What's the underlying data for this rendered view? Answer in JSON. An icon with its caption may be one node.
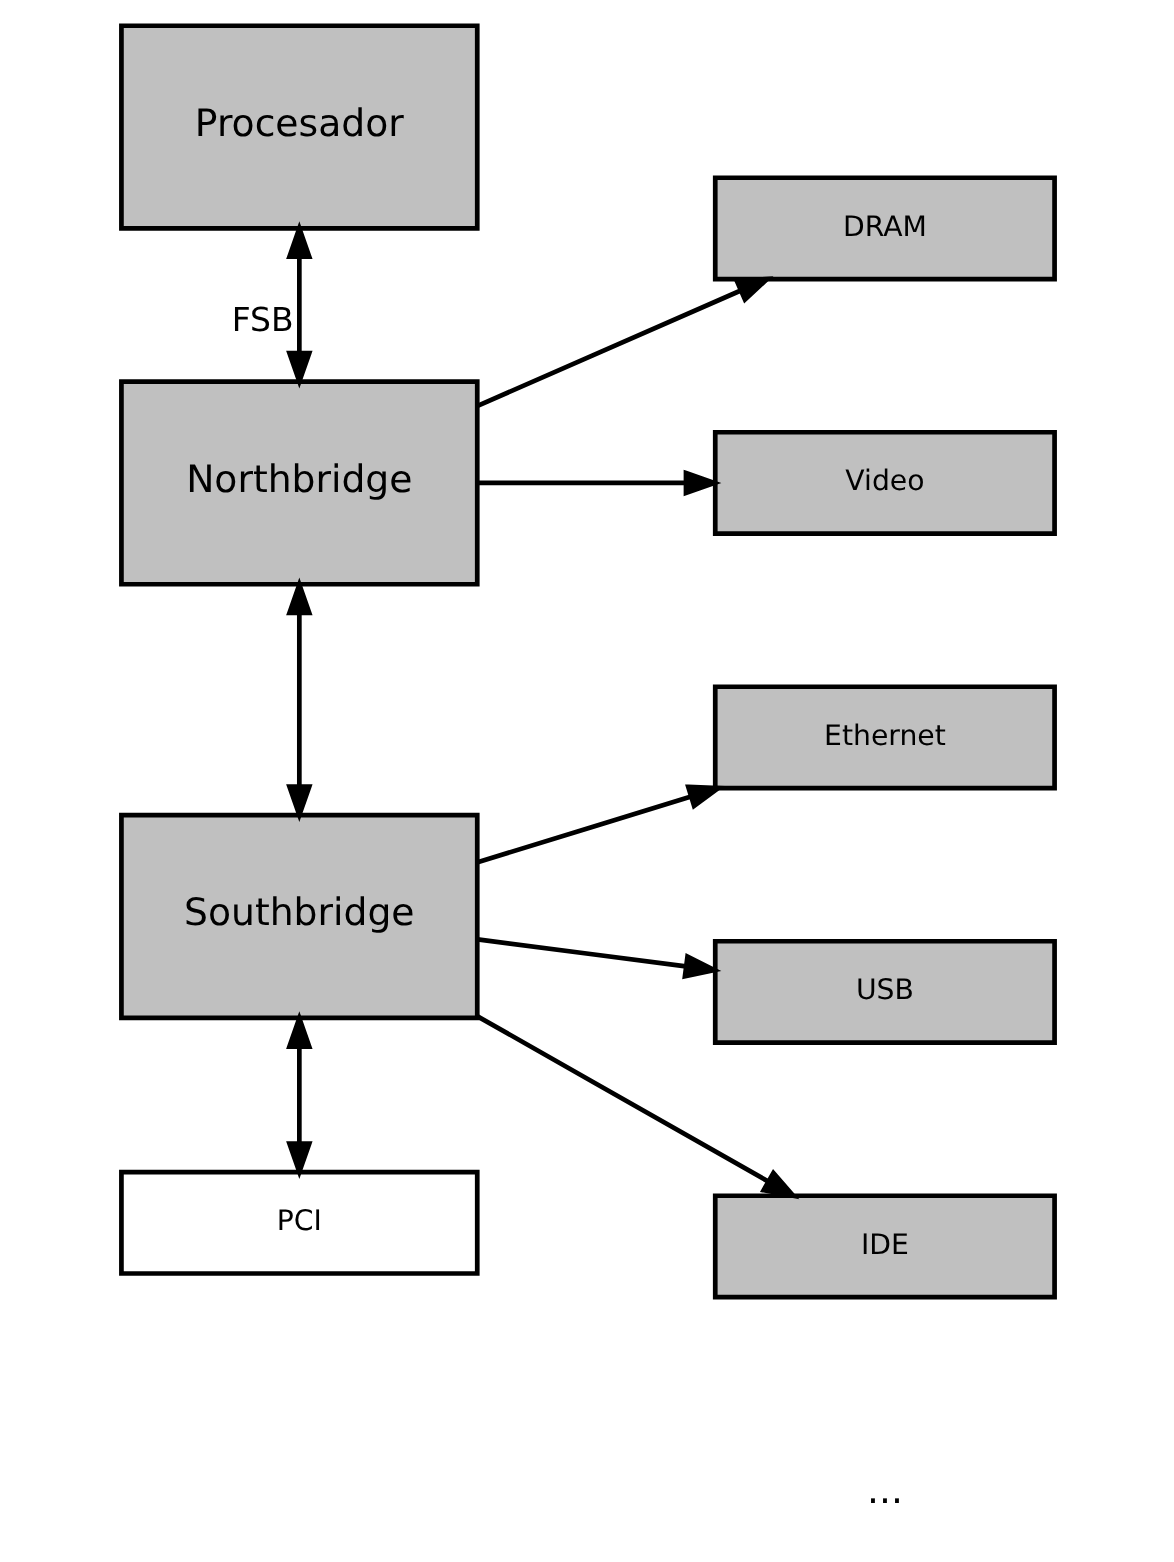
{
  "diagram": {
    "nodes": [
      {
        "text": [
          "Procesador"
        ]
      },
      {
        "text": [
          "Northbridge"
        ]
      },
      {
        "text": [
          "DRAM"
        ]
      },
      {
        "text": [
          "Video"
        ]
      },
      {
        "text": [
          "Southbridge"
        ]
      },
      {
        "text": [
          "Ethernet"
        ]
      },
      {
        "text": [
          "USB"
        ]
      },
      {
        "text": [
          "IDE"
        ]
      },
      {
        "text": [
          "PCI"
        ]
      }
    ],
    "edges": [
      {
        "from": 0,
        "to": 1,
        "arrow": "both",
        "label": "FSB"
      },
      {
        "from": 1,
        "to": 2,
        "arrow": "to"
      },
      {
        "from": 1,
        "to": 3,
        "arrow": "to"
      },
      {
        "from": 1,
        "to": 4,
        "arrow": "both"
      },
      {
        "from": 4,
        "to": 5,
        "arrow": "to"
      },
      {
        "from": 4,
        "to": 6,
        "arrow": "to"
      },
      {
        "from": 4,
        "to": 7,
        "arrow": "to"
      },
      {
        "from": 4,
        "to": 8,
        "arrow": "both"
      }
    ],
    "labels": [
      "..."
    ]
  }
}
